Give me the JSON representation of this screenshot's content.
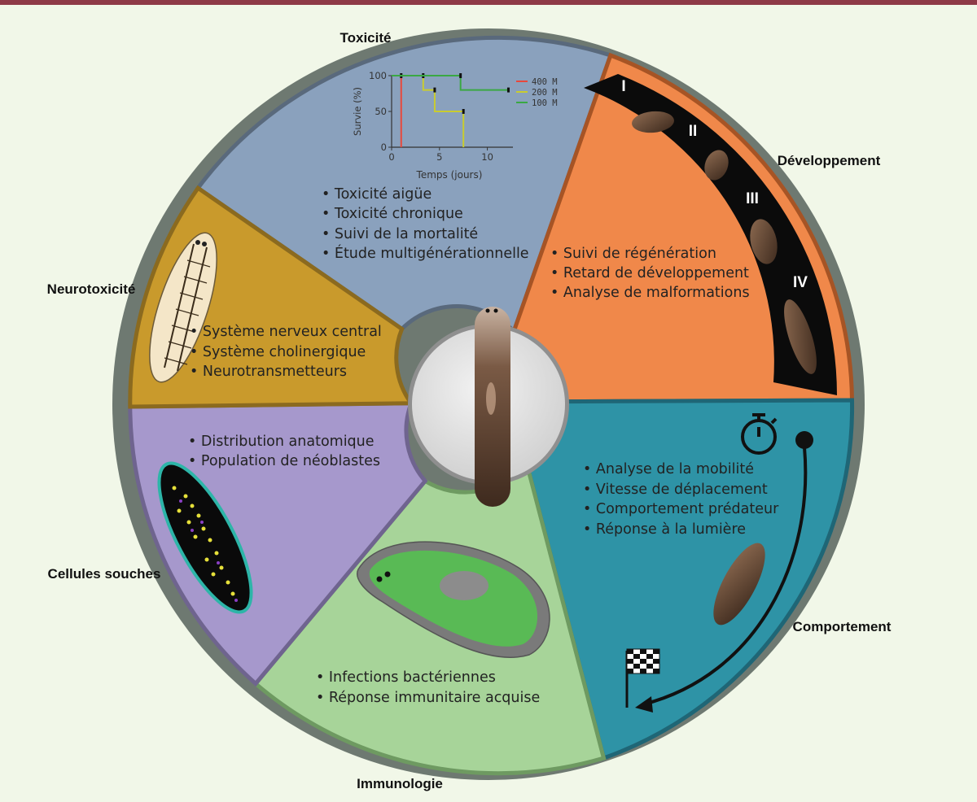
{
  "sections": {
    "toxicite": {
      "title": "Toxicité",
      "items": [
        "Toxicité aigüe",
        "Toxicité chronique",
        "Suivi de la mortalité",
        "Étude multigénérationnelle"
      ],
      "color": "#8aa1bd"
    },
    "developpement": {
      "title": "Développement",
      "items": [
        "Suivi de régénération",
        "Retard de développement",
        "Analyse de malformations"
      ],
      "stages": [
        "I",
        "II",
        "III",
        "IV"
      ],
      "color": "#f0884a"
    },
    "comportement": {
      "title": "Comportement",
      "items": [
        "Analyse de la mobilité",
        "Vitesse de déplacement",
        "Comportement prédateur",
        "Réponse à la lumière"
      ],
      "color": "#2e93a6"
    },
    "immunologie": {
      "title": "Immunologie",
      "items": [
        "Infections bactériennes",
        "Réponse immunitaire acquise"
      ],
      "color": "#a7d499"
    },
    "cellules_souches": {
      "title": "Cellules souches",
      "items": [
        "Distribution anatomique",
        "Population de néoblastes"
      ],
      "color": "#a698cc"
    },
    "neurotoxicite": {
      "title": "Neurotoxicité",
      "items": [
        "Système nerveux central",
        "Système cholinergique",
        "Neurotransmetteurs"
      ],
      "color": "#c99a2c"
    }
  },
  "chart_data": {
    "type": "line",
    "xlabel": "Temps (jours)",
    "ylabel": "Survie (%)",
    "xlim": [
      0,
      12.5
    ],
    "ylim": [
      0,
      100
    ],
    "xticks": [
      0,
      5,
      10
    ],
    "yticks": [
      0,
      50,
      100
    ],
    "legend_position": "right",
    "series": [
      {
        "name": "400 M",
        "color": "#e8483c",
        "x": [
          0,
          1,
          1
        ],
        "y": [
          100,
          100,
          0
        ]
      },
      {
        "name": "200 M",
        "color": "#c9cc2f",
        "x": [
          0,
          3.3,
          3.3,
          4.5,
          4.5,
          7.5,
          7.5
        ],
        "y": [
          100,
          100,
          80,
          80,
          50,
          50,
          0
        ]
      },
      {
        "name": "100 M",
        "color": "#3aa843",
        "x": [
          0,
          7.2,
          7.2,
          12.2
        ],
        "y": [
          100,
          100,
          80,
          80
        ]
      }
    ]
  }
}
